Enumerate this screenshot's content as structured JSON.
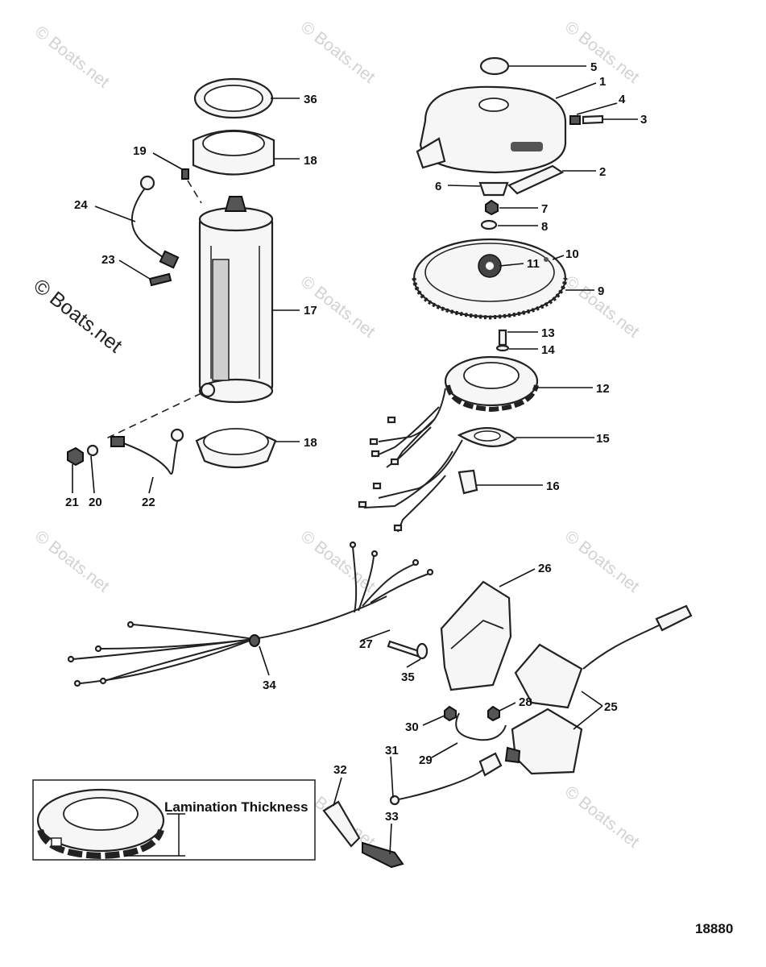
{
  "watermarks": {
    "small": "© Boats.net",
    "large": "© Boats.net"
  },
  "callouts": {
    "c1": "1",
    "c2": "2",
    "c3": "3",
    "c4": "4",
    "c5": "5",
    "c6": "6",
    "c7": "7",
    "c8": "8",
    "c9": "9",
    "c10": "10",
    "c11": "11",
    "c12": "12",
    "c13": "13",
    "c14": "14",
    "c15": "15",
    "c16": "16",
    "c17": "17",
    "c18a": "18",
    "c18b": "18",
    "c19": "19",
    "c20": "20",
    "c21": "21",
    "c22": "22",
    "c23": "23",
    "c24": "24",
    "c25": "25",
    "c26": "26",
    "c27": "27",
    "c28": "28",
    "c29": "29",
    "c30": "30",
    "c31": "31",
    "c32": "32",
    "c33": "33",
    "c34": "34",
    "c35": "35",
    "c36": "36"
  },
  "inset": {
    "title": "Lamination Thickness"
  },
  "figure_number": "18880"
}
